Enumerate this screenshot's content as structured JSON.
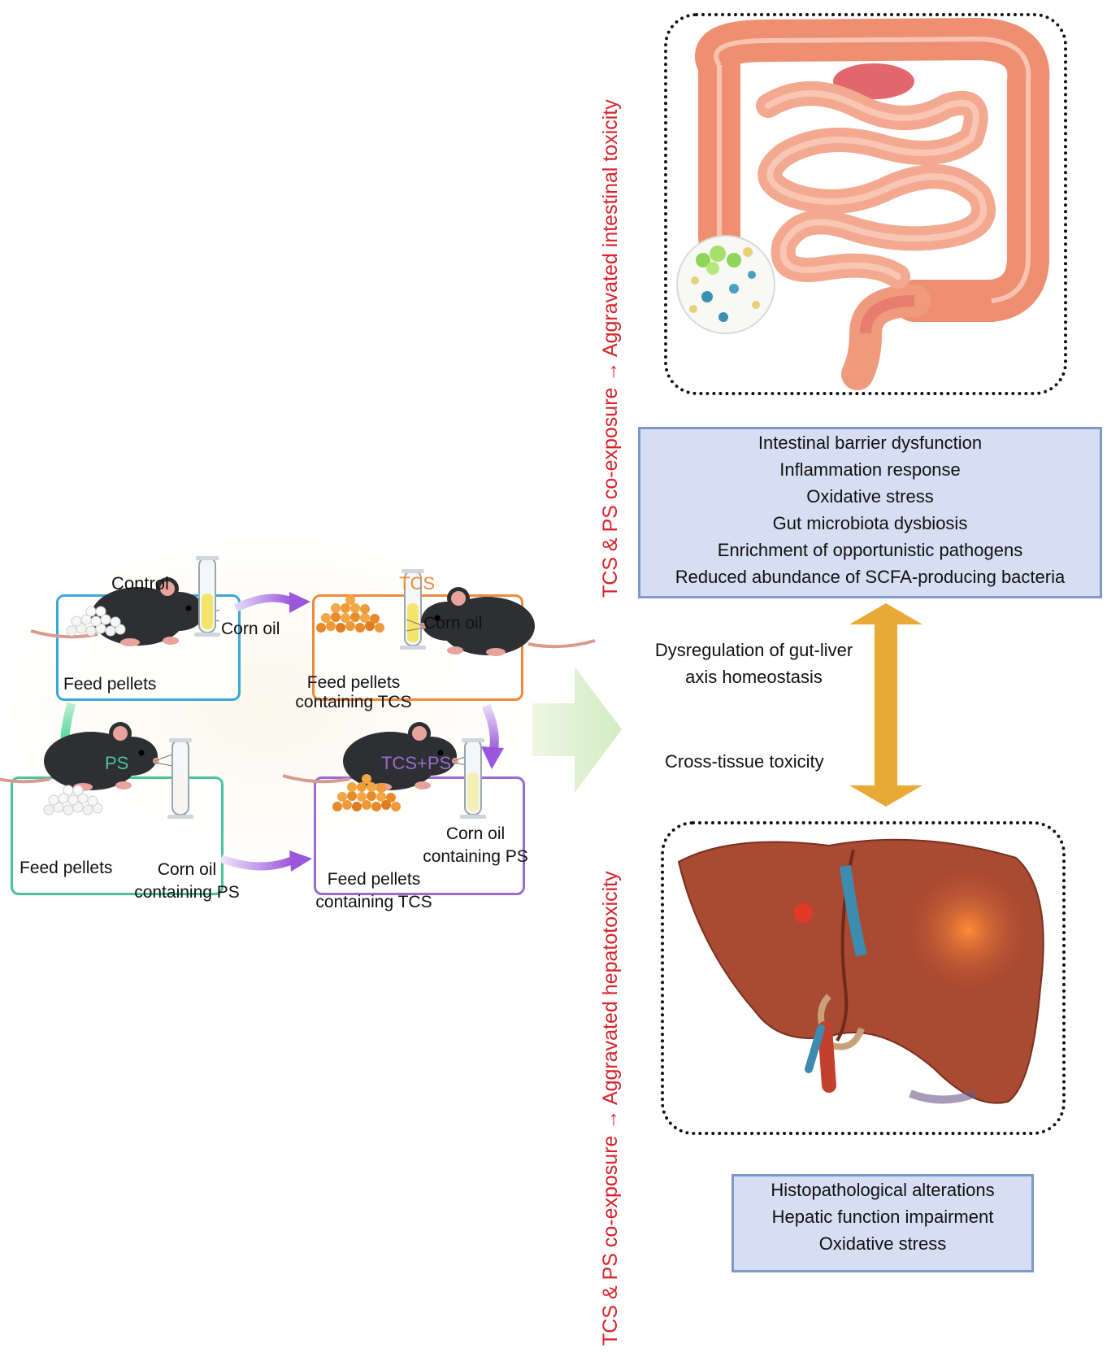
{
  "groups": {
    "control": {
      "title": "Control",
      "oil": "Corn oil",
      "feed": "Feed pellets"
    },
    "tcs": {
      "title": "TCS",
      "oil": "Corn oil",
      "feed_line1": "Feed pellets",
      "feed_line2": "containing TCS"
    },
    "ps": {
      "title": "PS",
      "feed": "Feed pellets",
      "oil_line1": "Corn oil",
      "oil_line2": "containing PS"
    },
    "tcsps": {
      "title": "TCS+PS",
      "oil_line1": "Corn oil",
      "oil_line2": "containing PS",
      "feed_line1": "Feed pellets",
      "feed_line2": "containing TCS"
    }
  },
  "side_labels": {
    "intestinal": "TCS & PS co-exposure → Aggravated intestinal toxicity",
    "hepatic": "TCS & PS co-exposure → Aggravated hepatotoxicity"
  },
  "intestinal_effects": [
    "Intestinal barrier dysfunction",
    "Inflammation response",
    "Oxidative stress",
    "Gut microbiota dysbiosis",
    "Enrichment of opportunistic pathogens",
    "Reduced abundance of SCFA-producing bacteria"
  ],
  "axis": {
    "line1": "Dysregulation of gut-liver",
    "line2": "axis homeostasis",
    "cross": "Cross-tissue toxicity"
  },
  "hepatic_effects": [
    "Histopathological alterations",
    "Hepatic function impairment",
    "Oxidative stress"
  ],
  "colors": {
    "control": "#3ba7d9",
    "tcs": "#ee8a3c",
    "ps": "#4cc29a",
    "tcsps": "#9a6bd1",
    "red_text": "#d8232a",
    "arrow_gold": "#e9aa35",
    "box_fill": "#d5def2",
    "box_border": "#7f98cf"
  }
}
